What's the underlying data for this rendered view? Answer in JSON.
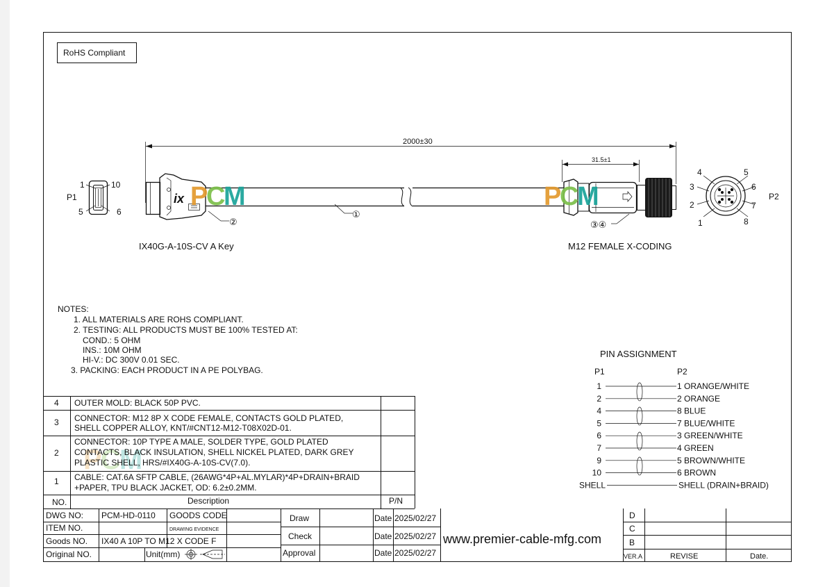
{
  "rohs_label": "RoHS Compliant",
  "dimensions": {
    "total_length": "2000±30",
    "connector_length": "31.5±1"
  },
  "p1": {
    "label": "P1",
    "pins": {
      "top_left": "1",
      "top_right": "10",
      "bottom_left": "5",
      "bottom_right": "6"
    },
    "title": "IX40G-A-10S-CV A Key"
  },
  "p2": {
    "label": "P2",
    "pins": [
      "1",
      "2",
      "3",
      "4",
      "5",
      "6",
      "7",
      "8"
    ],
    "title": "M12 FEMALE X-CODING"
  },
  "balloons": {
    "cable": "①",
    "p1_connector": "②",
    "p2_connector": "③④"
  },
  "watermark": {
    "text_p": "P",
    "text_c": "C",
    "text_m": "M",
    "colors": [
      "#e39a2e",
      "#7cc04a",
      "#1aa39a"
    ]
  },
  "plug_logo": "ix",
  "notes": {
    "heading": "NOTES:",
    "lines": [
      "1. ALL MATERIALS ARE ROHS COMPLIANT.",
      "2. TESTING: ALL PRODUCTS MUST BE 100% TESTED AT:",
      "COND.: 5 OHM",
      "INS.: 10M OHM",
      "HI-V.: DC 300V 0.01 SEC.",
      "3. PACKING: EACH PRODUCT IN A PE POLYBAG."
    ]
  },
  "pin_assignment": {
    "title": "PIN  ASSIGNMENT",
    "col_p1": "P1",
    "col_p2": "P2",
    "rows": [
      {
        "p1": "1",
        "p2": "1  ORANGE/WHITE"
      },
      {
        "p1": "2",
        "p2": "2  ORANGE"
      },
      {
        "p1": "4",
        "p2": "8  BLUE"
      },
      {
        "p1": "5",
        "p2": "7  BLUE/WHITE"
      },
      {
        "p1": "6",
        "p2": "3  GREEN/WHITE"
      },
      {
        "p1": "7",
        "p2": "4  GREEN"
      },
      {
        "p1": "9",
        "p2": "5  BROWN/WHITE"
      },
      {
        "p1": "10",
        "p2": "6  BROWN"
      },
      {
        "p1": "SHELL",
        "p2": "SHELL (DRAIN+BRAID)"
      }
    ]
  },
  "bom": {
    "headers": {
      "no": "NO.",
      "description": "Description",
      "pn": "P/N"
    },
    "rows": [
      {
        "no": "4",
        "lines": [
          "OUTER MOLD: BLACK 50P PVC."
        ]
      },
      {
        "no": "3",
        "lines": [
          "CONNECTOR: M12 8P X CODE FEMALE, CONTACTS GOLD PLATED,",
          "SHELL COPPER ALLOY, KNT/#CNT12-M12-T08X02D-01."
        ]
      },
      {
        "no": "2",
        "lines": [
          "CONNECTOR: 10P TYPE A MALE, SOLDER TYPE, GOLD PLATED",
          "CONTACTS, BLACK INSULATION, SHELL NICKEL PLATED, DARK GREY",
          "PLASTIC SHELL, HRS/#IX40G-A-10S-CV(7.0)."
        ]
      },
      {
        "no": "1",
        "lines": [
          "CABLE: CAT.6A SFTP CABLE, (26AWG*4P+AL.MYLAR)*4P+DRAIN+BRAID",
          "+PAPER, TPU BLACK JACKET, OD: 6.2±0.2MM."
        ]
      }
    ]
  },
  "title_block": {
    "dwg_no_label": "DWG NO:",
    "dwg_no": "PCM-HD-0110",
    "goods_code_label": "GOODS CODE",
    "item_no_label": "ITEM NO.",
    "drawing_evidence_label": "DRAWING EVIDENCE",
    "goods_no_label": "Goods NO.",
    "goods_no": "IX40 A 10P TO M12 X CODE F",
    "original_no_label": "Original NO.",
    "unit_label": "Unit(mm)",
    "draw_label": "Draw",
    "check_label": "Check",
    "approval_label": "Approval",
    "date_label": "Date",
    "dates": [
      "2025/02/27",
      "2025/02/27",
      "2025/02/27"
    ],
    "website": "www.premier-cable-mfg.com",
    "versions": [
      "D",
      "C",
      "B"
    ],
    "ver_label": "VER.A",
    "revise_label": "REVISE",
    "date_col_label": "Date."
  }
}
